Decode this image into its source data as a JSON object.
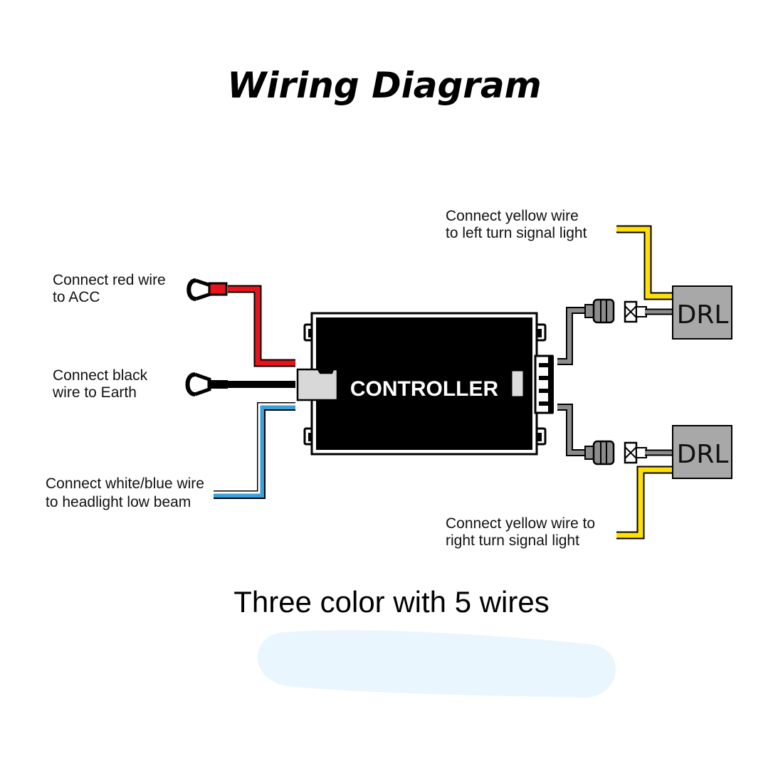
{
  "title": "Wiring Diagram",
  "subtitle": "Three color with 5 wires",
  "controller": {
    "label": "CONTROLLER"
  },
  "drl": {
    "top_label": "DRL",
    "bottom_label": "DRL"
  },
  "labels": {
    "red": [
      "Connect red wire",
      "to ACC"
    ],
    "black": [
      "Connect black",
      "wire to Earth"
    ],
    "white_blue": [
      "Connect white/blue wire",
      "to headlight low beam"
    ],
    "yellow_left": [
      "Connect yellow wire",
      "to left turn signal light"
    ],
    "yellow_right": [
      "Connect yellow wire to",
      "right turn signal light"
    ]
  },
  "colors": {
    "red_wire": "#e8141b",
    "black_wire": "#000000",
    "white_wire": "#ffffff",
    "blue_wire": "#3aa0d8",
    "yellow_wire": "#ffe000",
    "gray_wire": "#8c8c8c",
    "drl_box": "#a8a8a8",
    "controller_body": "#000000",
    "smudge": "#eaf6fd"
  },
  "icons": {
    "red_terminal": "fork-terminal-icon",
    "black_terminal": "fork-terminal-icon",
    "connector": "plug-connector-icon",
    "fuse": "fuse-icon"
  }
}
